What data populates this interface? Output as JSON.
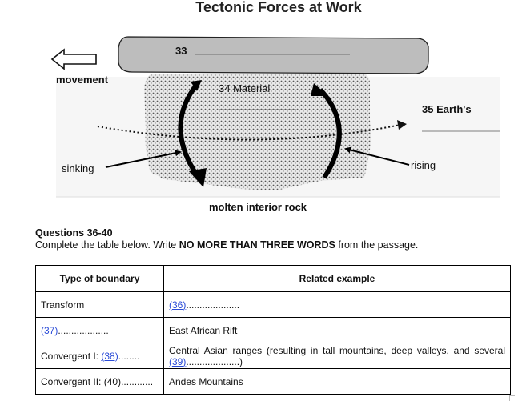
{
  "diagram": {
    "title": "Tectonic Forces at Work",
    "label_33": "33",
    "label_34": "34 Material",
    "label_35": "35 Earth's",
    "movement": "movement",
    "sinking": "sinking",
    "rising": "rising",
    "molten": "molten interior rock"
  },
  "questions": {
    "heading": "Questions 36-40",
    "instruction_pre": "Complete the table below. Write ",
    "instruction_bold": "NO MORE THAN THREE WORDS",
    "instruction_post": " from the passage."
  },
  "table": {
    "headers": [
      "Type of boundary",
      "Related example"
    ],
    "rows": [
      {
        "boundary_text": "Transform",
        "boundary_blank": "",
        "boundary_dots": "",
        "example_text": "",
        "example_blank": "(36)",
        "example_dots": "....................",
        "example_after": ""
      },
      {
        "boundary_text": "",
        "boundary_blank": "(37)",
        "boundary_dots": "...................",
        "example_text": "East African Rift",
        "example_blank": "",
        "example_dots": "",
        "example_after": ""
      },
      {
        "boundary_text": "Convergent I: ",
        "boundary_blank": "(38)",
        "boundary_dots": "........",
        "example_text": "Central Asian ranges (resulting in tall mountains, deep valleys, and several ",
        "example_blank": "(39)",
        "example_dots": "....................",
        "example_after": ")"
      },
      {
        "boundary_text": "Convergent II: ",
        "boundary_blank": "(40)",
        "boundary_dots": "............",
        "example_text": "Andes Mountains",
        "example_blank": "",
        "example_dots": "",
        "example_after": ""
      }
    ]
  }
}
